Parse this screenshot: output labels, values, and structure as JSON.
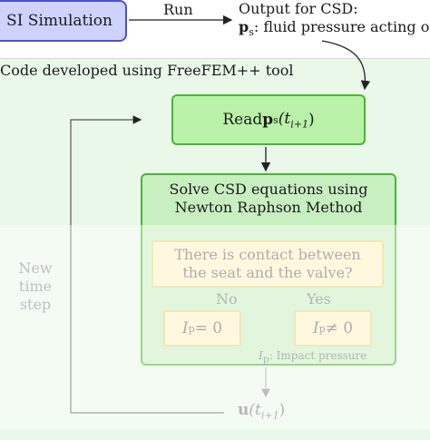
{
  "fsi_box": {
    "label": "SI Simulation"
  },
  "arrow_run": {
    "label": "Run"
  },
  "output": {
    "title": "Output for CSD:",
    "symbol": "p",
    "subscript": "s",
    "description": ": fluid pressure acting on"
  },
  "region": {
    "label": "Code developed using FreeFEM++ tool"
  },
  "read_box": {
    "prefix": "Read ",
    "symbol": "p",
    "subscript": "s",
    "arg": "(t",
    "arg_sub": "i+1",
    "arg_close": ")"
  },
  "solve_box": {
    "line1": "Solve CSD equations using",
    "line2": "Newton Raphson Method"
  },
  "contact_box": {
    "line1": "There is contact between",
    "line2": "the seat and the valve?"
  },
  "branches": {
    "no": "No",
    "yes": "Yes"
  },
  "impact": {
    "zero": "I",
    "zero_sub": "p",
    "zero_rel": " = 0",
    "nonzero": "I",
    "nonzero_sub": "p",
    "nonzero_rel": " ≠ 0",
    "note_symbol": "I",
    "note_sub": "p",
    "note_text": ": Impact pressure"
  },
  "loop": {
    "line1": "New",
    "line2": "time step"
  },
  "output_u": {
    "symbol": "u",
    "arg": "(t",
    "arg_sub": "i+1",
    "arg_close": ")"
  },
  "colors": {
    "fsi_fill": "#cfd2ff",
    "fsi_border": "#4b4fd6",
    "green_fill": "#b9f2a8",
    "green_border": "#45b82f",
    "yellow_fill": "#fff3c4",
    "yellow_border": "#e9d27a",
    "region_fill": "#eaf8ea"
  }
}
